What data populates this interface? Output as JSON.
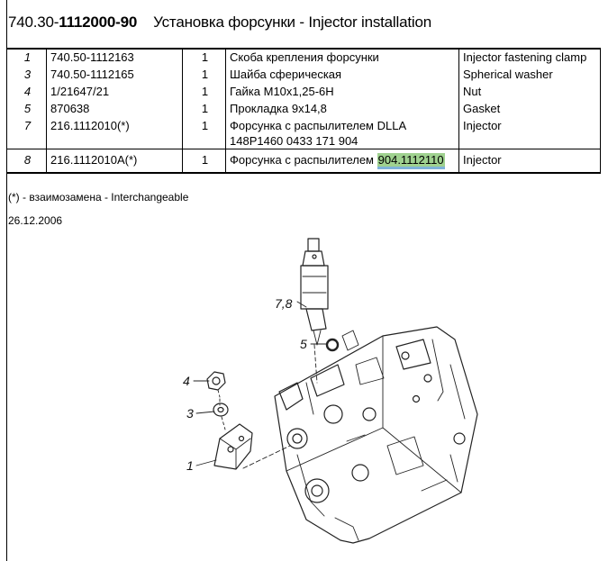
{
  "header": {
    "code_prefix": "740.30-",
    "code_bold": "1112000-90",
    "title": "Установка форсунки -  Injector installation"
  },
  "parts": [
    {
      "pos": "1",
      "part_no": "740.50-1112163",
      "qty": "1",
      "name_ru": "Скоба крепления форсунки",
      "name_en": "Injector fastening clamp"
    },
    {
      "pos": "3",
      "part_no": "740.50-1112165",
      "qty": "1",
      "name_ru": "Шайба сферическая",
      "name_en": "Spherical washer"
    },
    {
      "pos": "4",
      "part_no": "1/21647/21",
      "qty": "1",
      "name_ru": "Гайка М10х1,25-6Н",
      "name_en": "Nut"
    },
    {
      "pos": "5",
      "part_no": "870638",
      "qty": "1",
      "name_ru": "Прокладка 9х14,8",
      "name_en": "Gasket"
    },
    {
      "pos": "7",
      "part_no": "216.1112010(*)",
      "qty": "1",
      "name_ru": "Форсунка с распылителем DLLA",
      "name_ru_line2": "148P1460  0433 171 904",
      "name_en": "Injector"
    },
    {
      "pos": "8",
      "part_no": "216.1112010А(*)",
      "qty": "1",
      "name_ru": "Форсунка с распылителем",
      "name_ru_highlight": "904.1112110",
      "name_en": "Injector"
    }
  ],
  "note": "(*) - взаимозамена - Interchangeable",
  "date": "26.12.2006",
  "callouts": {
    "c78": "7,8",
    "c5": "5",
    "c4": "4",
    "c3": "3",
    "c1": "1"
  },
  "colors": {
    "highlight_fill": "#9fd18f",
    "highlight_underline": "#7fb3d9"
  }
}
